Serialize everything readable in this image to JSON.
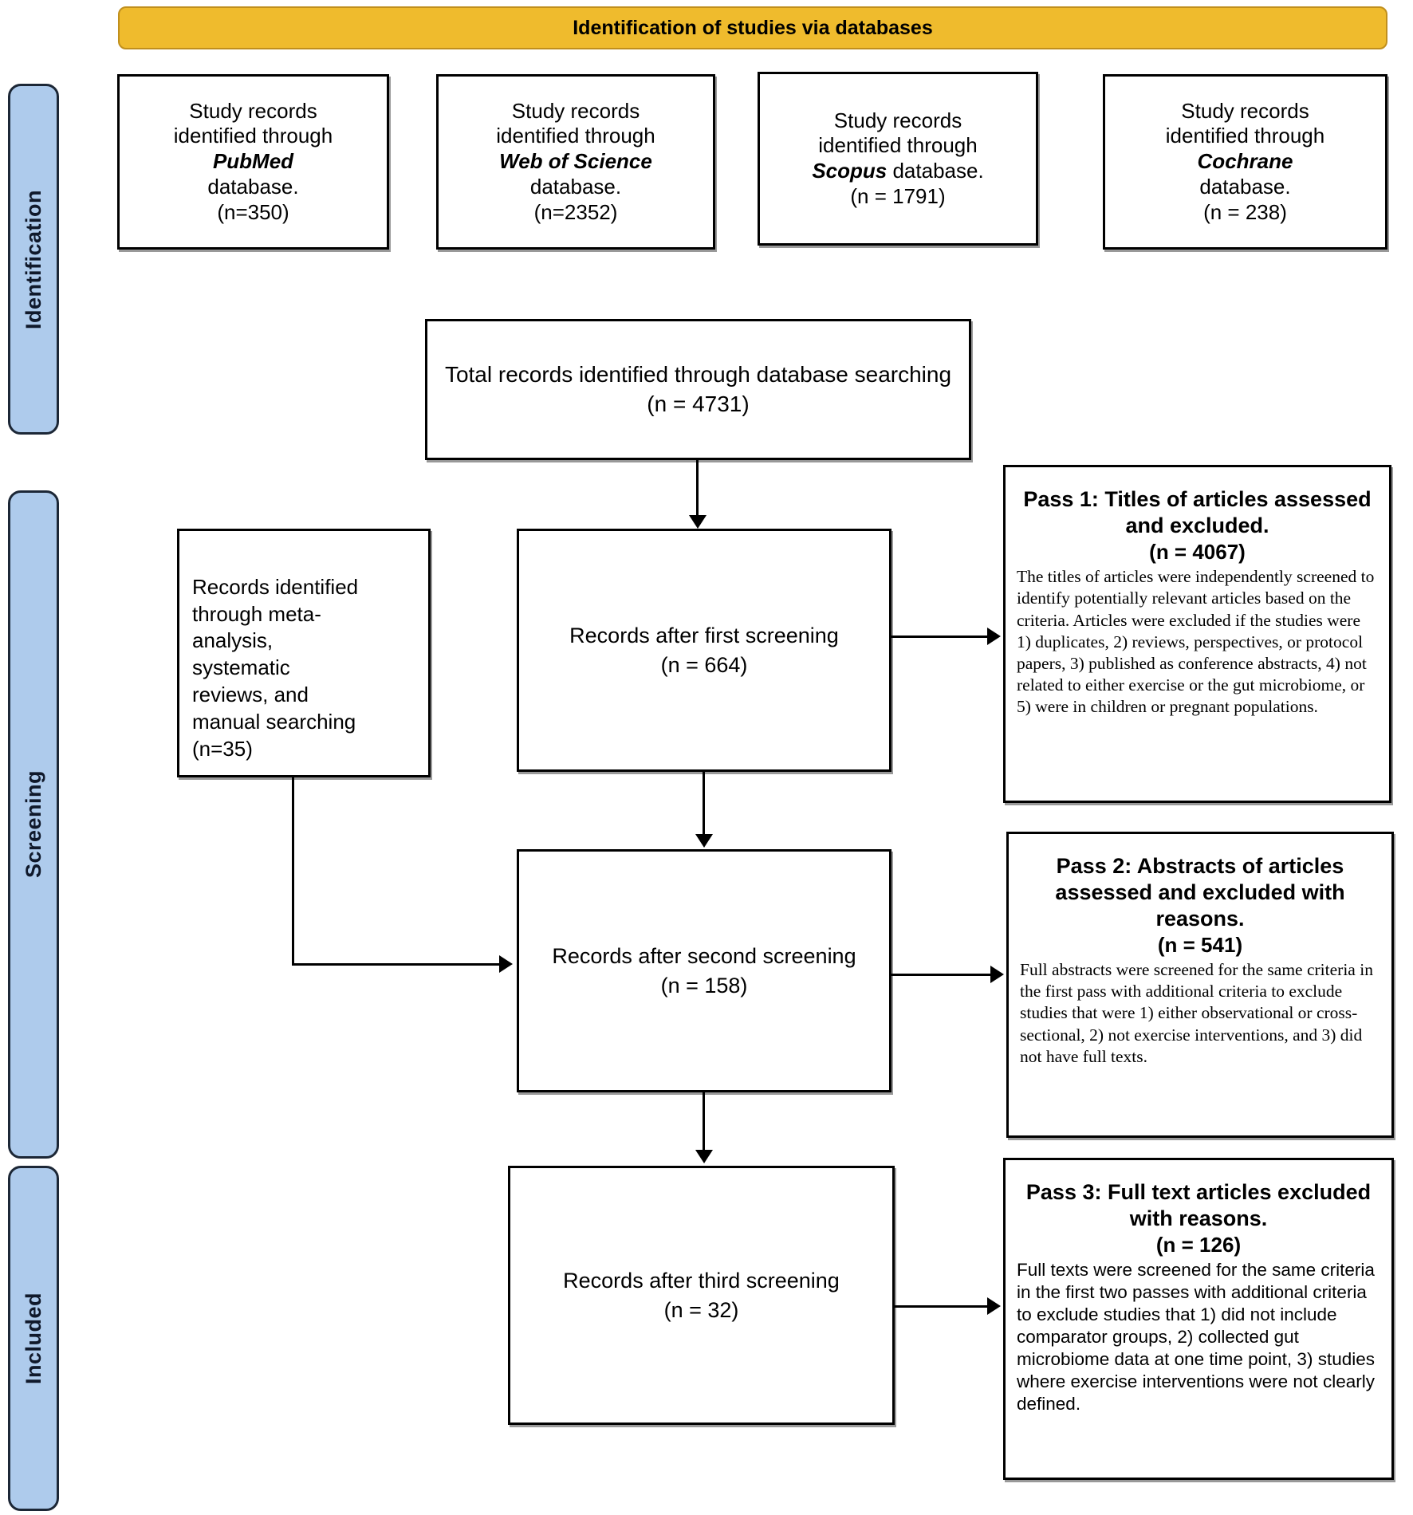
{
  "banner": {
    "title": "Identification of studies via databases"
  },
  "stages": [
    {
      "label": "Identification"
    },
    {
      "label": "Screening"
    },
    {
      "label": "Included"
    }
  ],
  "db_boxes": [
    {
      "line1": "Study records",
      "line2": "identified through",
      "source": "PubMed",
      "suffix": "database.",
      "count": "(n=350)"
    },
    {
      "line1": "Study records",
      "line2": "identified through",
      "source": "Web of Science",
      "suffix": "database.",
      "count": "(n=2352)"
    },
    {
      "line1": "Study records",
      "line2": "identified through",
      "source": "Scopus",
      "suffix": "database.",
      "count": "(n = 1791)"
    },
    {
      "line1": "Study records",
      "line2": "identified through",
      "source": "Cochrane",
      "suffix": "database.",
      "count": "(n = 238)"
    }
  ],
  "total_box": {
    "text": "Total records identified through database searching",
    "count": "(n = 4731)"
  },
  "meta_box": {
    "text": "Records identified\nthrough meta-\nanalysis,\nsystematic\nreviews, and\nmanual searching\n(n=35)"
  },
  "screen_boxes": [
    {
      "label": "Records after first screening",
      "count": "(n = 664)"
    },
    {
      "label": "Records after second screening",
      "count": "(n = 158)"
    },
    {
      "label": "Records after third screening",
      "count": "(n = 32)"
    }
  ],
  "pass_boxes": [
    {
      "title": "Pass 1: Titles of articles assessed and excluded.",
      "count": "(n = 4067)",
      "body": "The titles of articles were independently screened to identify potentially relevant articles based on the criteria. Articles were excluded if the studies were 1) duplicates, 2) reviews, perspectives, or protocol papers, 3) published as conference abstracts, 4) not related to either exercise or the gut microbiome, or 5) were in children or pregnant populations."
    },
    {
      "title": "Pass 2: Abstracts of articles assessed and excluded with reasons.",
      "count": "(n = 541)",
      "body": "Full abstracts were screened for the same criteria in the first pass with additional criteria to exclude studies that were 1) either observational or cross-sectional, 2) not exercise interventions, and 3) did not have full texts."
    },
    {
      "title": "Pass 3: Full text articles excluded with reasons.",
      "count": "(n = 126)",
      "body": "Full texts were screened for the same criteria in the first two passes with additional criteria to exclude studies that 1) did not include comparator groups, 2) collected gut microbiome data at one time point, 3) studies where exercise interventions were not clearly defined."
    }
  ],
  "colors": {
    "banner_bg": "#EFBB2D",
    "banner_border": "#C08F1D",
    "stage_bg": "#AECBEC",
    "stage_border": "#1C2736",
    "box_border": "#000000"
  }
}
